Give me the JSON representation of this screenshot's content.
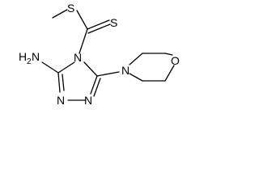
{
  "structure": {
    "atoms": {
      "s_methyl": "S",
      "s_thione": "S",
      "n_amine": "H",
      "n_amine_h": "2",
      "n_amine_n": "N",
      "n4": "N",
      "n1": "N",
      "n2": "N",
      "n_morpholine": "N",
      "o_morpholine": "O"
    },
    "colors": {
      "bond": "#000000",
      "text": "#000000",
      "background": "#ffffff"
    }
  }
}
